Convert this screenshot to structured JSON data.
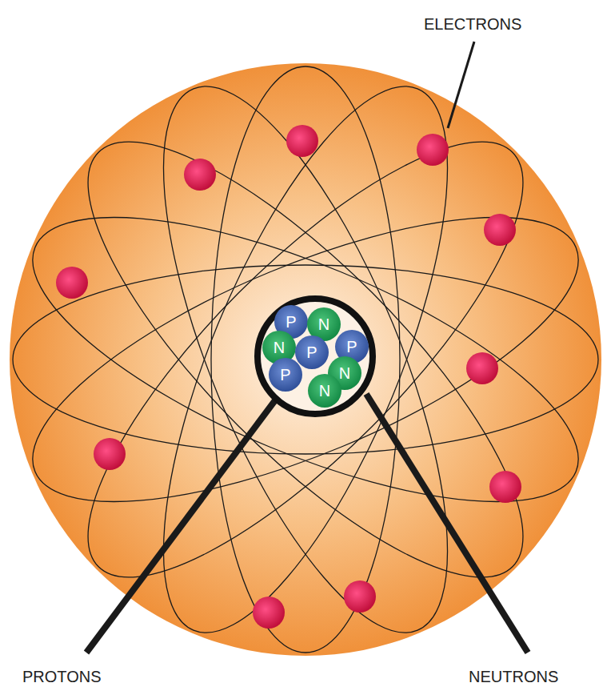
{
  "diagram": {
    "nodes": [
      {
        "text": [
          "P"
        ]
      },
      {
        "text": [
          "N"
        ]
      },
      {
        "text": [
          "N"
        ]
      },
      {
        "text": [
          "P"
        ]
      },
      {
        "text": [
          "P"
        ]
      },
      {
        "text": [
          "P"
        ]
      },
      {
        "text": [
          "N"
        ]
      },
      {
        "text": [
          "N"
        ]
      }
    ],
    "labels": [
      "ELECTRONS",
      "PROTONS",
      "NEUTRONS"
    ]
  }
}
